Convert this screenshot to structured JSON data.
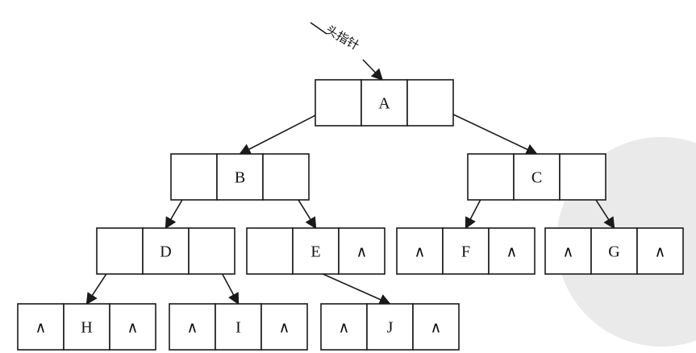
{
  "head_pointer": {
    "label": "头指针"
  },
  "null_symbol": "∧",
  "nodes": {
    "A": {
      "label": "A",
      "left": "",
      "right": ""
    },
    "B": {
      "label": "B",
      "left": "",
      "right": ""
    },
    "C": {
      "label": "C",
      "left": "",
      "right": ""
    },
    "D": {
      "label": "D",
      "left": "",
      "right": ""
    },
    "E": {
      "label": "E",
      "left": "",
      "right": "∧"
    },
    "F": {
      "label": "F",
      "left": "∧",
      "right": "∧"
    },
    "G": {
      "label": "G",
      "left": "∧",
      "right": "∧"
    },
    "H": {
      "label": "H",
      "left": "∧",
      "right": "∧"
    },
    "I": {
      "label": "I",
      "left": "∧",
      "right": "∧"
    },
    "J": {
      "label": "J",
      "left": "∧",
      "right": "∧"
    }
  },
  "edges": [
    {
      "from": "A",
      "side": "left",
      "to": "B"
    },
    {
      "from": "A",
      "side": "right",
      "to": "C"
    },
    {
      "from": "B",
      "side": "left",
      "to": "D"
    },
    {
      "from": "B",
      "side": "right",
      "to": "E"
    },
    {
      "from": "C",
      "side": "left",
      "to": "F"
    },
    {
      "from": "C",
      "side": "right",
      "to": "G"
    },
    {
      "from": "D",
      "side": "left",
      "to": "H"
    },
    {
      "from": "D",
      "side": "right",
      "to": "I"
    },
    {
      "from": "E",
      "side": "left",
      "to": "J"
    }
  ]
}
